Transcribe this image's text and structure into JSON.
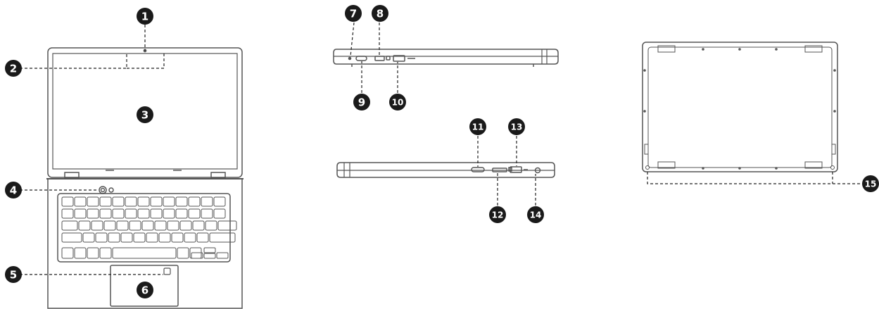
{
  "diagram": {
    "views": [
      "front-open",
      "left-side",
      "right-side",
      "bottom"
    ],
    "colors": {
      "line": "#555555",
      "callout_fill": "#1a1a1a",
      "callout_text": "#ffffff",
      "background": "#ffffff"
    },
    "callouts": [
      {
        "num": "1",
        "part": "camera"
      },
      {
        "num": "2",
        "part": "microphone"
      },
      {
        "num": "3",
        "part": "screen"
      },
      {
        "num": "4",
        "part": "power-button"
      },
      {
        "num": "5",
        "part": "touchpad-led"
      },
      {
        "num": "6",
        "part": "touchpad"
      },
      {
        "num": "7",
        "part": "led-indicator"
      },
      {
        "num": "8",
        "part": "dc-usb-c-port"
      },
      {
        "num": "9",
        "part": "mini-hdmi-port"
      },
      {
        "num": "10",
        "part": "usb-port"
      },
      {
        "num": "11",
        "part": "volume-button"
      },
      {
        "num": "12",
        "part": "micro-sd-slot"
      },
      {
        "num": "13",
        "part": "usb-port"
      },
      {
        "num": "14",
        "part": "audio-jack"
      },
      {
        "num": "15",
        "part": "speakers"
      }
    ]
  }
}
